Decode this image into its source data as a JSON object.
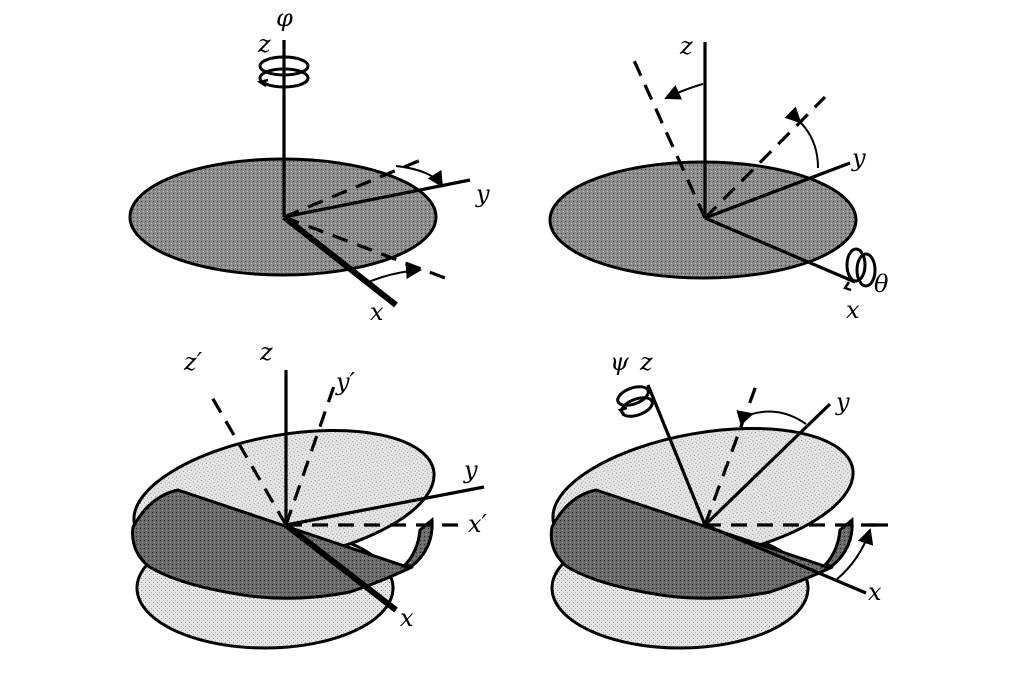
{
  "panels": [
    {
      "id": "panel-phi",
      "labels": {
        "angle": "φ",
        "z": "z",
        "y": "y",
        "x": "x"
      }
    },
    {
      "id": "panel-theta",
      "labels": {
        "angle": "θ",
        "z": "z",
        "y": "y",
        "x": "x"
      }
    },
    {
      "id": "panel-primed",
      "labels": {
        "z": "z",
        "zp": "z′",
        "yp": "y′",
        "y": "y",
        "xp": "x′",
        "x": "x"
      }
    },
    {
      "id": "panel-psi",
      "labels": {
        "angle": "ψ",
        "z": "z",
        "y": "y",
        "x": "x"
      }
    }
  ]
}
